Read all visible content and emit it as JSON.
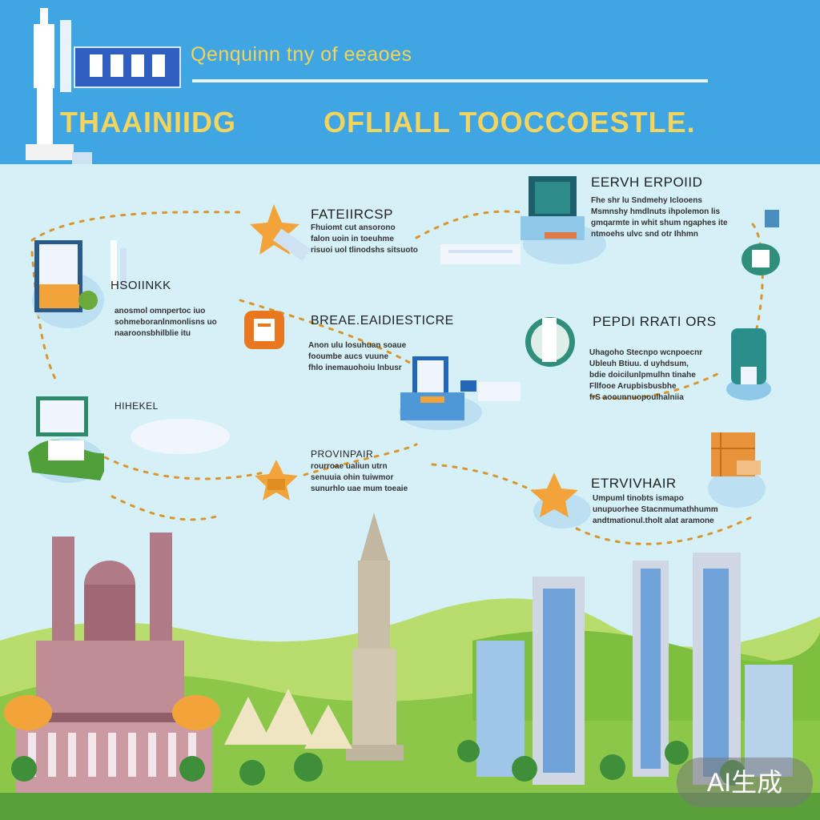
{
  "header": {
    "subtitle": "Qenquinn tny of eeaoes",
    "title_left": "THAAINIIDG",
    "title_right": "OFLIALL TOOCCOESTLE."
  },
  "items": [
    {
      "title": "FATEIIRCSP",
      "body": "Fhuiomt cut ansorono\nfalon uoin in toeuhme\nrisuoi uol tlinodshs sitsuoto"
    },
    {
      "title": "EERVH ERPOIID",
      "body": "Fhe shr lu Sndmehy Iclooens\nMsmnshy hmdlnuts ihpolemon lis\ngmqarmte in whit shum ngaphes ite\nntmoehs ulvc snd otr Ihhmn"
    },
    {
      "title": "HSOIINKK",
      "body": "anosmol omnpertoc iuo\nsohmeboranlnmonlisns uo\nnaaroonsbhilblie itu"
    },
    {
      "title": "BREAE.EAIDIESTICRE",
      "body": "Anon ulu losuhuan soaue\nfooumbe aucs vuune\nfhlo inemauohoiu lnbusr"
    },
    {
      "title": "PEPDI RRATI ORS",
      "body": "Uhagoho Stecnpo wcnpoecnr\nUbleuh Btiuu. d uyhdsum,\nbdie doicilunlpmulhn tinahe\nFllfooe Arupbisbusbhe\nfrS aoounnuopoulhalniia"
    },
    {
      "title": "HIHEKEL",
      "body": ""
    },
    {
      "title": "PROVINPAIR",
      "body": "rourroae ualiun utrn\nsenuuia ohin tuiwmor\nsunurhlo uae mum toeaie"
    },
    {
      "title": "ETRVIVHAIR",
      "body": "Umpuml tinobts ismapo\nunupuorhee Stacnmumathhumm\nandtmationul.tholt alat aramone"
    }
  ],
  "watermark": "AI生成",
  "colors": {
    "header": "#3fa6e3",
    "sky": "#d6f0f8",
    "title_yellow": "#f2d45f",
    "path": "#d9952e",
    "grass": "#9bcf55"
  }
}
